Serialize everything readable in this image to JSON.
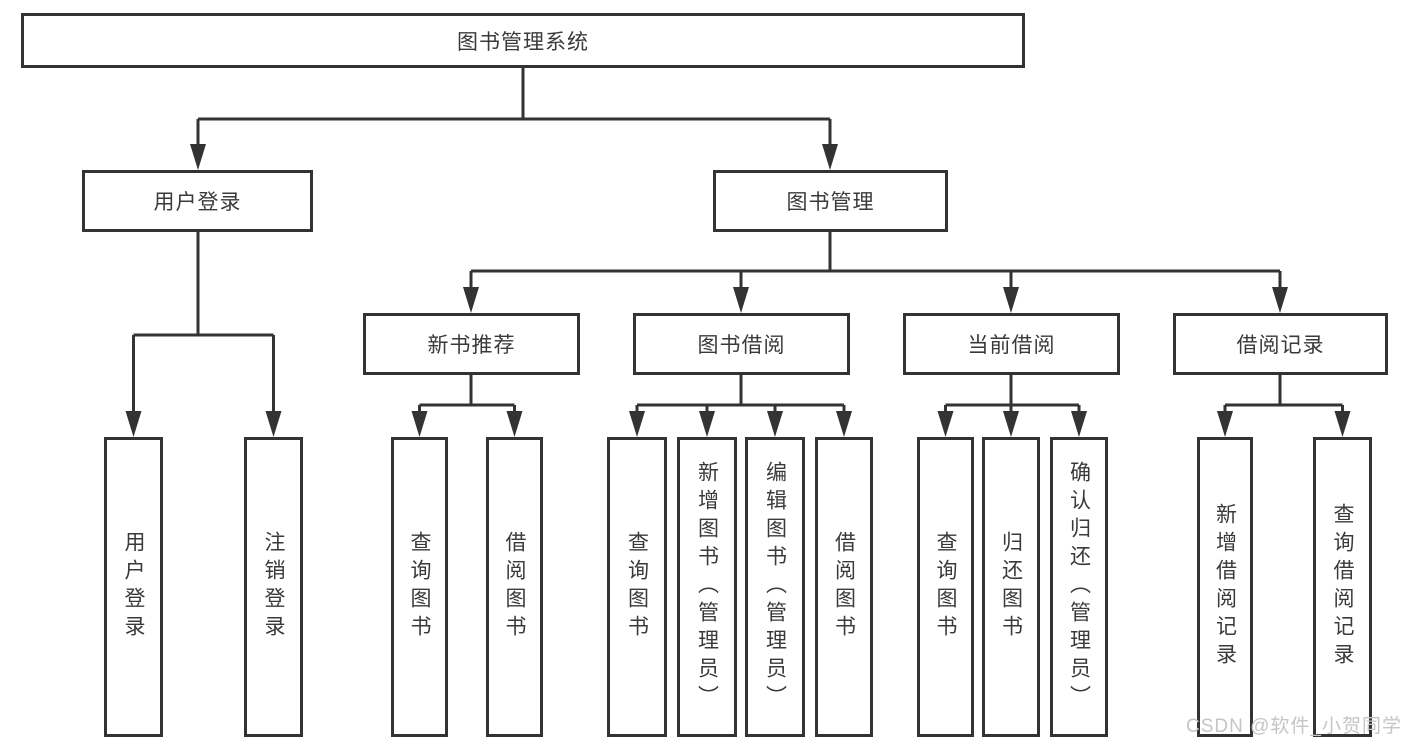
{
  "diagram": {
    "tree": {
      "label": "图书管理系统",
      "children": [
        {
          "label": "用户登录",
          "children": [
            {
              "label": "用户登录"
            },
            {
              "label": "注销登录"
            }
          ]
        },
        {
          "label": "图书管理",
          "children": [
            {
              "label": "新书推荐",
              "children": [
                {
                  "label": "查询图书"
                },
                {
                  "label": "借阅图书"
                }
              ]
            },
            {
              "label": "图书借阅",
              "children": [
                {
                  "label": "查询图书"
                },
                {
                  "label": "新增图书（管理员）"
                },
                {
                  "label": "编辑图书（管理员）"
                },
                {
                  "label": "借阅图书"
                }
              ]
            },
            {
              "label": "当前借阅",
              "children": [
                {
                  "label": "查询图书"
                },
                {
                  "label": "归还图书"
                },
                {
                  "label": "确认归还（管理员）"
                }
              ]
            },
            {
              "label": "借阅记录",
              "children": [
                {
                  "label": "新增借阅记录"
                },
                {
                  "label": "查询借阅记录"
                }
              ]
            }
          ]
        }
      ]
    },
    "colors": {
      "line": "#333333",
      "text": "#3a3a3a",
      "background": "#ffffff",
      "watermark": "#c5c5c5"
    },
    "watermark": "CSDN @软件_小贺同学"
  }
}
